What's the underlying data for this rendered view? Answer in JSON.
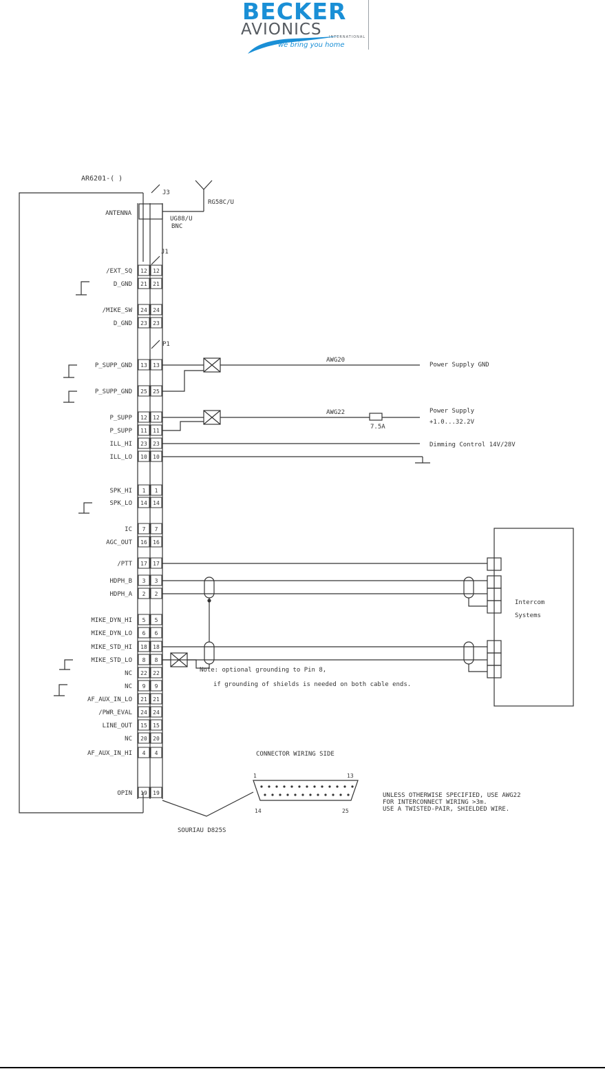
{
  "logo": {
    "line1": "BECKER",
    "line2": "AVIONICS",
    "line3": "INTERNATIONAL",
    "tagline": "we bring you home",
    "colors": {
      "blue": "#1a8fd6",
      "grey": "#555a60"
    }
  },
  "unit_label": "AR6201-( )",
  "connector_j3": "J3",
  "connector_j1": "J1",
  "connector_p1": "P1",
  "antenna_label": "ANTENNA",
  "cable_rg58": "RG58C/U",
  "cable_ug88": "UG88/U",
  "cable_bnc": "BNC",
  "pins": [
    {
      "label": "/EXT_SQ",
      "pin": "12"
    },
    {
      "label": "D_GND",
      "pin": "21"
    },
    {
      "label": "/MIKE_SW",
      "pin": "24"
    },
    {
      "label": "D_GND",
      "pin": "23"
    },
    {
      "label": "P_SUPP_GND",
      "pin": "13"
    },
    {
      "label": "P_SUPP_GND",
      "pin": "25"
    },
    {
      "label": "P_SUPP",
      "pin": "12"
    },
    {
      "label": "P_SUPP",
      "pin": "11"
    },
    {
      "label": "ILL_HI",
      "pin": "23"
    },
    {
      "label": "ILL_LO",
      "pin": "10"
    },
    {
      "label": "SPK_HI",
      "pin": "1"
    },
    {
      "label": "SPK_LO",
      "pin": "14"
    },
    {
      "label": "IC",
      "pin": "7"
    },
    {
      "label": "AGC_OUT",
      "pin": "16"
    },
    {
      "label": "/PTT",
      "pin": "17"
    },
    {
      "label": "HDPH_B",
      "pin": "3"
    },
    {
      "label": "HDPH_A",
      "pin": "2"
    },
    {
      "label": "MIKE_DYN_HI",
      "pin": "5"
    },
    {
      "label": "MIKE_DYN_LO",
      "pin": "6"
    },
    {
      "label": "MIKE_STD_HI",
      "pin": "18"
    },
    {
      "label": "MIKE_STD_LO",
      "pin": "8"
    },
    {
      "label": "NC",
      "pin": "22"
    },
    {
      "label": "NC",
      "pin": "9"
    },
    {
      "label": "AF_AUX_IN_LO",
      "pin": "21"
    },
    {
      "label": "/PWR_EVAL",
      "pin": "24"
    },
    {
      "label": "LINE_OUT",
      "pin": "15"
    },
    {
      "label": "NC",
      "pin": "20"
    },
    {
      "label": "AF_AUX_IN_HI",
      "pin": "4"
    },
    {
      "label": "OPIN",
      "pin": "19"
    }
  ],
  "awg20": "AWG20",
  "awg22": "AWG22",
  "fuse": "7.5A",
  "power_gnd": "Power Supply GND",
  "power_supply": "Power Supply",
  "power_range": "+1.0...32.2V",
  "dimming": "Dimming Control 14V/28V",
  "intercom_line1": "Intercom",
  "intercom_line2": "Systems",
  "note_line1": "Note: optional grounding to Pin 8,",
  "note_line2": "if grounding of shields is needed on both cable ends.",
  "connector_side": "CONNECTOR WIRING SIDE",
  "sub_pin1": "1",
  "sub_pin13": "13",
  "sub_pin14": "14",
  "sub_pin25": "25",
  "souriau": "SOURIAU D825S",
  "spec_line1": "UNLESS OTHERWISE SPECIFIED, USE AWG22",
  "spec_line2": "FOR INTERCONNECT WIRING >3m.",
  "spec_line3": "USE A TWISTED-PAIR, SHIELDED WIRE."
}
